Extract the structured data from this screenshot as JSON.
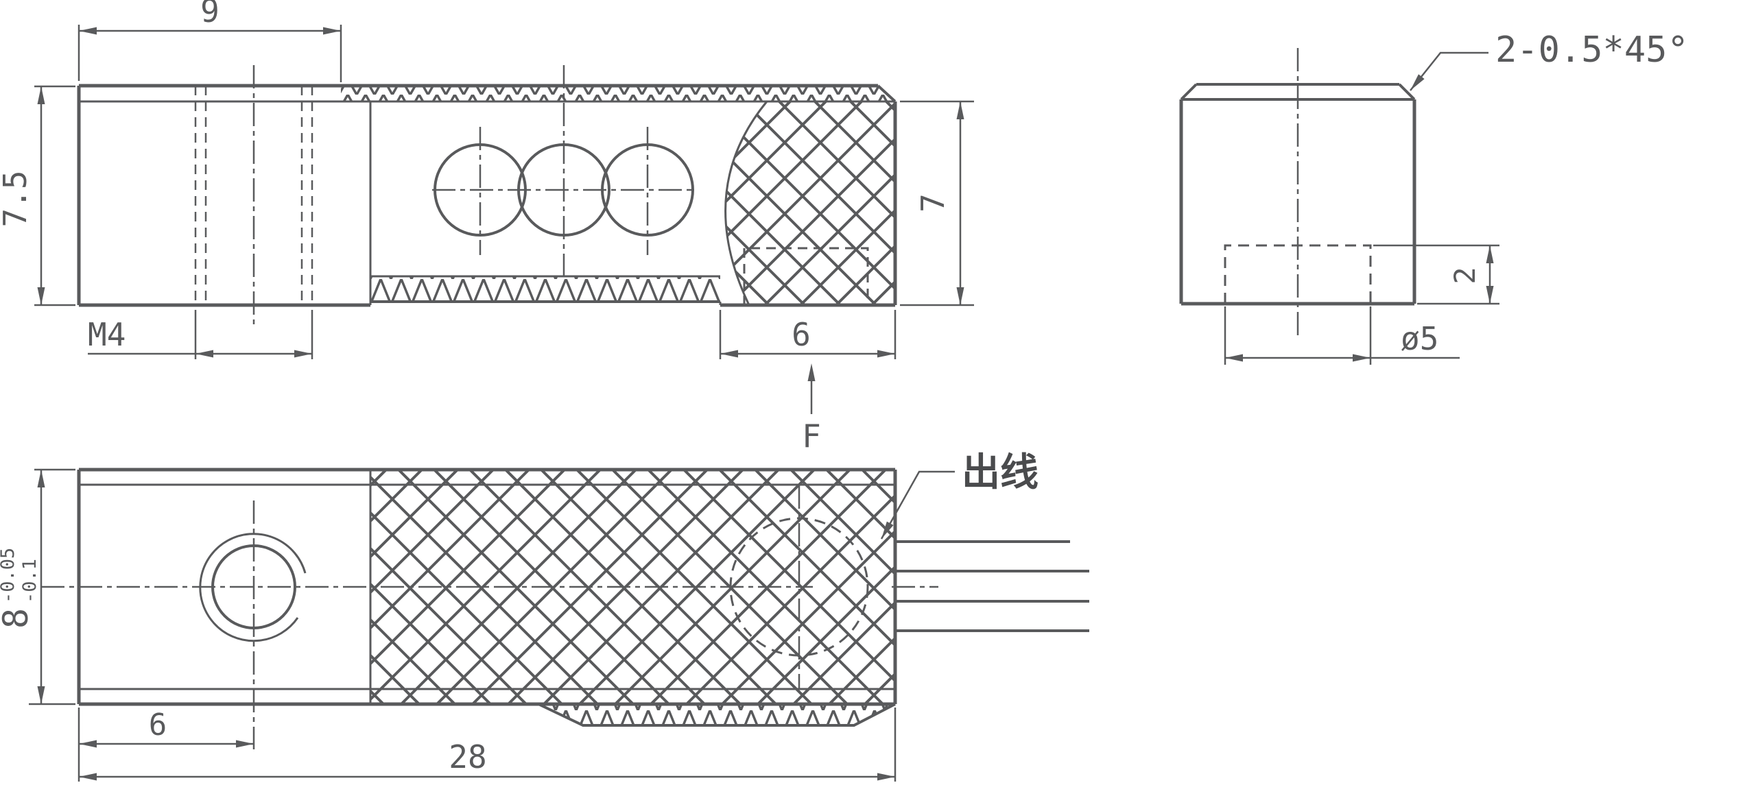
{
  "drawing": {
    "line_color": "#595a5c",
    "side_view": {
      "dim_block_width": "9",
      "dim_total_height": "7.5",
      "thread_label": "M4",
      "dim_pad_length": "6",
      "force_label": "F",
      "dim_right_height": "7"
    },
    "end_view": {
      "chamfer_note": "2-0.5*45°",
      "dim_boss_height": "2",
      "dim_boss_diameter": "ø5"
    },
    "bottom_view": {
      "wire_outlet_label": "出线",
      "dim_width_nominal": "8",
      "dim_width_tol_upper": "-0.05",
      "dim_width_tol_lower": "-0.1",
      "dim_hole_offset": "6",
      "dim_total_length": "28"
    }
  }
}
